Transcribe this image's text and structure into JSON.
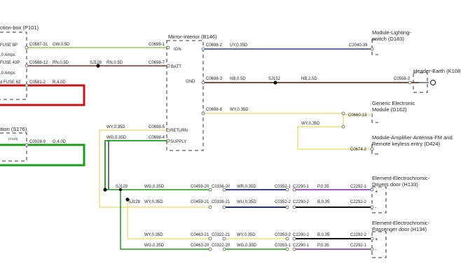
{
  "components": {
    "fuse_box": "ction-box (P101)",
    "fuse_8": "FUSE 8P",
    "fuse_8_rating": ",0 Amps",
    "fuse_43": "FUSE 43P",
    "fuse_43_rating": ",0 Amps",
    "fuse_62": "d FUSE 62",
    "ignition": "ition (S176)",
    "ignition_sub": "(Y104)",
    "mirror": "Mirror-interior (B146)",
    "pin_ign": "IGN",
    "pin_batt": "BATT",
    "pin_gnd": "GND",
    "pin_return": "RETURN",
    "pin_supply": "SUPPLY",
    "lighting_module_1": "Module-Lighting-",
    "lighting_module_2": "switch (D183)",
    "header_earth": "Header-Earth (K108)",
    "gem_1": "Generic Electronic",
    "gem_2": "Module (D162)",
    "amp_1": "Module-Amplifier-Antenna-FM and",
    "amp_2": "Remote keyless entry (D424)",
    "driver_door_1": "Element-Electrochromic-",
    "driver_door_2": "Drivers door (H133)",
    "pass_door_1": "Element-Electrochromic-",
    "pass_door_2": "Passenger door (H134)"
  },
  "wires": {
    "w1_left": "C0587-31",
    "w1_spec": "GW,0.5D",
    "w1_right": "C0698-1",
    "w2_left": "C0588-12",
    "w2_spec1": "RN,0.5D",
    "w2_splice": "SJ128",
    "w2_spec2": "RN,0.5D",
    "w2_right": "C0698-7",
    "w3_left": "C0581-2",
    "w3_spec": "R,4.0D",
    "w4_left": "C0028-9",
    "w4_spec": "G,4.0D",
    "ign_left": "C0698-2",
    "ign_spec": "UY,0.35D",
    "ign_right": "C2040-39",
    "gnd_left": "C0698-3",
    "gnd_spec1": "NB,0.5D",
    "gnd_splice": "SJ152",
    "gnd_spec2": "NB,2.5D",
    "gnd_right": "C0558-3",
    "ret_out_left": "C0698-8",
    "ret_out_spec": "WY,0.35D",
    "gem_conn": "C0660-13",
    "gem_down_spec": "WY,0.35D",
    "amp_conn": "C0674-2",
    "ret_in_spec": "WY,0.35D",
    "ret_in_right": "C0698-5",
    "sup_in_spec": "WG,0.35D",
    "sup_in_right": "C0698-4",
    "splice_a": "SJ129",
    "splice_b": "SJ128",
    "r1_spec1": "WG,0.35D",
    "r1_c1": "C0459-20",
    "r1_c2": "C0336-20",
    "r1_spec2": "WR,0.35D",
    "r1_c3": "C0352-1",
    "r1_c4": "C2290-1",
    "r1_spec3": "P,0.35",
    "r1_end": "C2292-1",
    "r2_spec1": "WY,0.35D",
    "r2_c1": "C0459-21",
    "r2_c2": "C0336-21",
    "r2_spec2": "WU,0.35D",
    "r2_c3": "C0352-2",
    "r2_c4": "C2290-2",
    "r2_spec3": "B,0.35",
    "r2_end": "C2292-2",
    "r3_spec1": "WY,0.35D",
    "r3_c1": "C0463-21",
    "r3_c2": "C0322-21",
    "r3_spec2": "WY,0.35D",
    "r3_c3": "C0353-2",
    "r3_c4": "C2290-2",
    "r3_spec3": "B,0.35",
    "r3_end": "C2292-2",
    "r4_spec1": "WG,0.35D",
    "r4_c1": "C0463-20",
    "r4_c2": "C0322-20",
    "r4_spec2": "WG,0.35D",
    "r4_c3": "C0353-1",
    "r4_c4": "C2290-1",
    "r4_spec3": "P,0.35",
    "r4_end": "C2292-1"
  },
  "polarity": {
    "plus": "+",
    "minus": "-"
  },
  "colors": {
    "green_white": "#8fd14f",
    "green": "#1a9e1a",
    "red_brown": "#8b2e1a",
    "red": "#c0171b",
    "blue": "#2f3f9e",
    "brown": "#6b3a1e",
    "yellow": "#e8e27a",
    "purple": "#a15ac9",
    "black": "#111111",
    "navy": "#1f2a7a"
  }
}
